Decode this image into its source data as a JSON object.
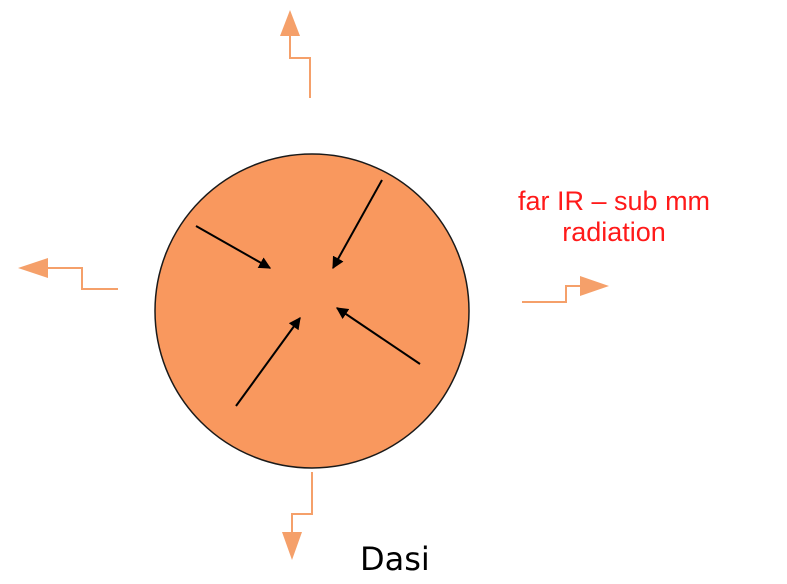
{
  "labels": {
    "radiation_line1": "far IR – sub mm",
    "radiation_line2": "radiation",
    "caption": "Dasi"
  },
  "colors": {
    "sphere_fill": "#f9985e",
    "sphere_stroke": "#1a1a1a",
    "radiation_arrow": "#f5a06a",
    "collapse_arrow": "#000000",
    "label_text": "#ff1a1a"
  },
  "icons": {
    "collapse_arrows": "inward-black-arrows",
    "radiation_arrows": "outward-zigzag-orange-arrows"
  }
}
